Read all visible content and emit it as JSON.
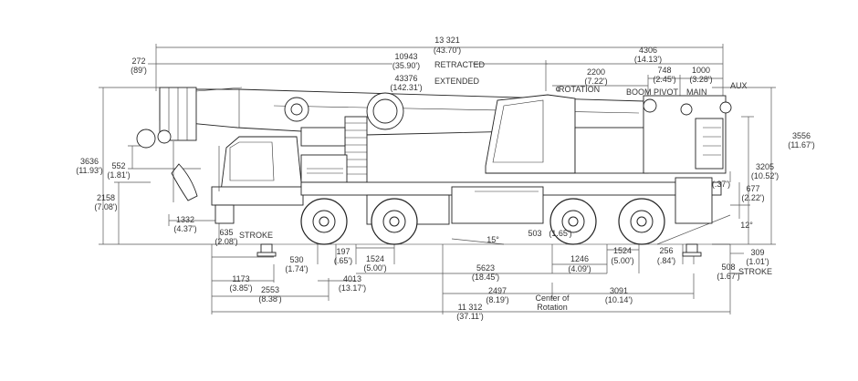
{
  "labels": {
    "overall_length": {
      "mm": "13 321",
      "ft": "(43.70')"
    },
    "boom_tip_272": {
      "mm": "272",
      "ft": "(89')"
    },
    "retracted": {
      "mm": "10943",
      "ft": "(35.90')",
      "text": "RETRACTED"
    },
    "extended": {
      "mm": "43376",
      "ft": "(142.31')",
      "text": "EXTENDED"
    },
    "rear_4306": {
      "mm": "4306",
      "ft": "(14.13')"
    },
    "rotation_2200": {
      "mm": "2200",
      "ft": "(7.22')",
      "text": "ROTATION"
    },
    "d748": {
      "mm": "748",
      "ft": "(2.45')"
    },
    "d1000": {
      "mm": "1000",
      "ft": "(3.28')"
    },
    "aux": "AUX",
    "boom_pivot": "BOOM PIVOT",
    "main": "MAIN",
    "height_3636": {
      "mm": "3636",
      "ft": "(11.93')"
    },
    "d552": {
      "mm": "552",
      "ft": "(1.81')"
    },
    "d2158": {
      "mm": "2158",
      "ft": "(7.08')"
    },
    "d1332": {
      "mm": "1332",
      "ft": "(4.37')"
    },
    "d635": {
      "mm": "635",
      "ft": "(2.08')"
    },
    "stroke": "STROKE",
    "height_3556": {
      "mm": "3556",
      "ft": "(11.67')"
    },
    "d3205": {
      "mm": "3205",
      "ft": "(10.52')"
    },
    "d37": "(.37')",
    "d677": {
      "mm": "677",
      "ft": "(2.22')"
    },
    "angle_12": "12°",
    "angle_15": "15°",
    "d503": {
      "mm": "503",
      "ft": "(1.65')"
    },
    "d530": {
      "mm": "530",
      "ft": "(1.74')"
    },
    "d197": {
      "mm": "197",
      "ft": "(.65')"
    },
    "d1524a": {
      "mm": "1524",
      "ft": "(5.00')"
    },
    "d1524b": {
      "mm": "1524",
      "ft": "(5.00')"
    },
    "d1246": {
      "mm": "1246",
      "ft": "(4.09')"
    },
    "d256": {
      "mm": "256",
      "ft": "(.84')"
    },
    "d309": {
      "mm": "309",
      "ft": "(1.01')"
    },
    "d508": {
      "mm": "508",
      "ft": "(1.67')",
      "text": "STROKE"
    },
    "d1173": {
      "mm": "1173",
      "ft": "(3.85')"
    },
    "d4013": {
      "mm": "4013",
      "ft": "(13.17')"
    },
    "d5623": {
      "mm": "5623",
      "ft": "(18.45')"
    },
    "d2553": {
      "mm": "2553",
      "ft": "(8.38')"
    },
    "d2497": {
      "mm": "2497",
      "ft": "(8.19')"
    },
    "d3091": {
      "mm": "3091",
      "ft": "(10.14')"
    },
    "center": {
      "line1": "Center of",
      "line2": "Rotation"
    },
    "d11312": {
      "mm": "11 312",
      "ft": "(37.11')"
    }
  }
}
